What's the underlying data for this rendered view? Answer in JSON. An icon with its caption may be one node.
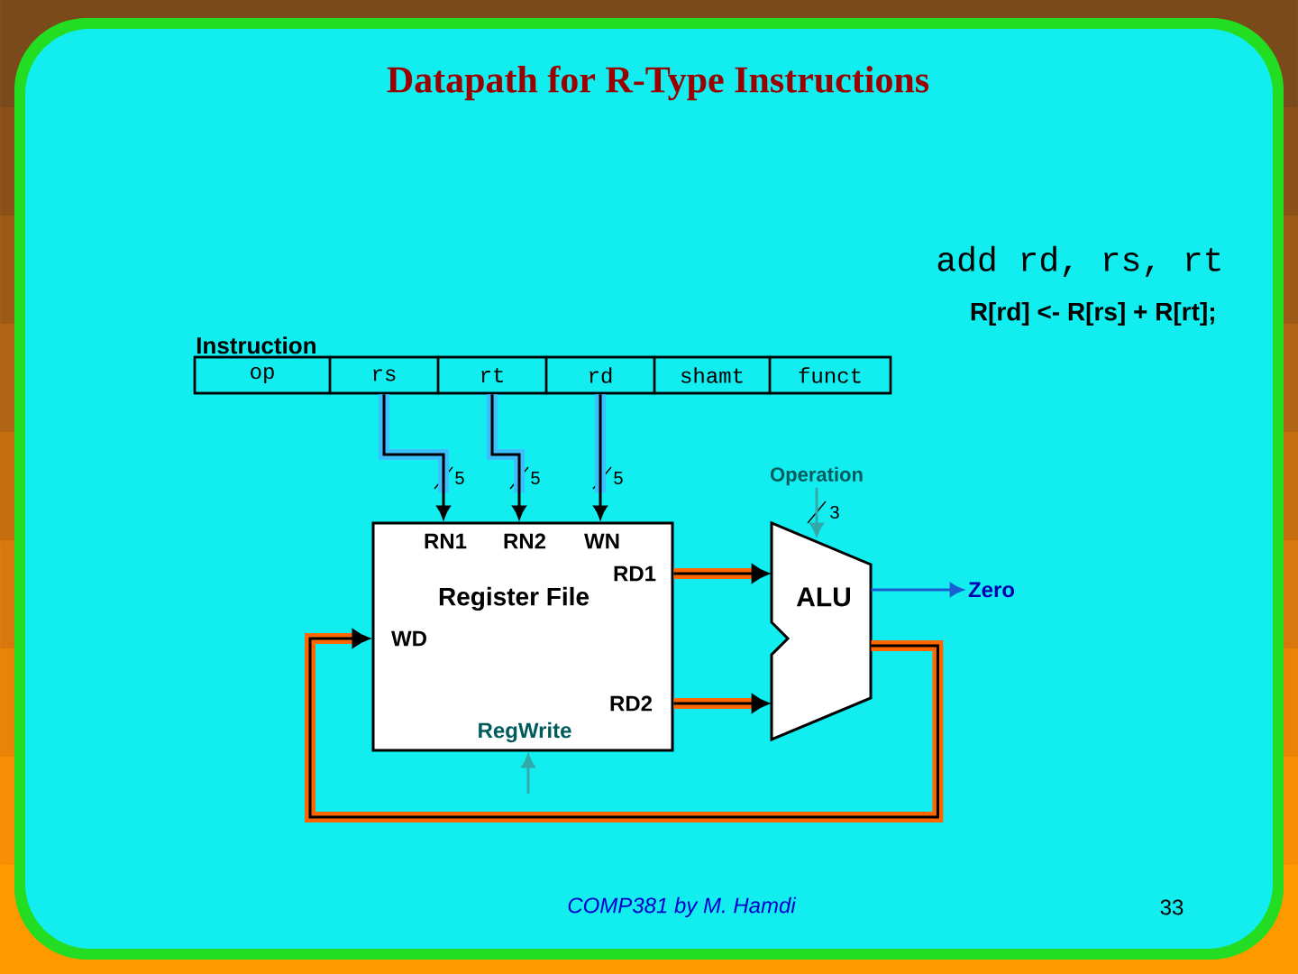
{
  "diagram": {
    "title": "Datapath for R-Type Instructions",
    "nodes": [
      {
        "text": [
          "Instruction"
        ]
      },
      {
        "text": [
          "op"
        ],
        "in": 0
      },
      {
        "text": [
          "rs"
        ],
        "in": 0
      },
      {
        "text": [
          "rt"
        ],
        "in": 0
      },
      {
        "text": [
          "rd"
        ],
        "in": 0
      },
      {
        "text": [
          "shamt"
        ],
        "in": 0
      },
      {
        "text": [
          "funct"
        ],
        "in": 0
      },
      {
        "text": [
          "Register File"
        ]
      },
      {
        "text": [
          "ALU"
        ]
      },
      {
        "text": [
          "Operation"
        ]
      },
      {
        "text": [
          "Zero"
        ]
      }
    ],
    "edges": [
      {
        "from": 2,
        "to": 7,
        "arrow": "to"
      },
      {
        "from": 3,
        "to": 7,
        "arrow": "to"
      },
      {
        "from": 4,
        "to": 7,
        "arrow": "to"
      },
      {
        "from": 7,
        "to": 8,
        "arrow": "to",
        "style": "thick",
        "color": "#ff6600"
      },
      {
        "from": 7,
        "to": 8,
        "arrow": "to",
        "style": "thick",
        "color": "#ff6600"
      },
      {
        "from": 8,
        "to": 7,
        "arrow": "to",
        "style": "thick",
        "color": "#ff6600"
      },
      {
        "from": 9,
        "to": 8,
        "arrow": "to",
        "color": "#33aaaa"
      },
      {
        "from": 8,
        "to": 10,
        "arrow": "to",
        "color": "#1a5fd0"
      },
      {
        "from": null,
        "to": 7,
        "arrow": "to",
        "color": "#33aaaa"
      }
    ],
    "labels": [
      "add rd, rs, rt",
      "R[rd] <- R[rs] + R[rt];",
      "5",
      "5",
      "5",
      "3",
      "RN1",
      "RN2",
      "WN",
      "RD1",
      "WD",
      "RD2",
      "RegWrite",
      "COMP381 by M. Hamdi",
      "33"
    ]
  }
}
